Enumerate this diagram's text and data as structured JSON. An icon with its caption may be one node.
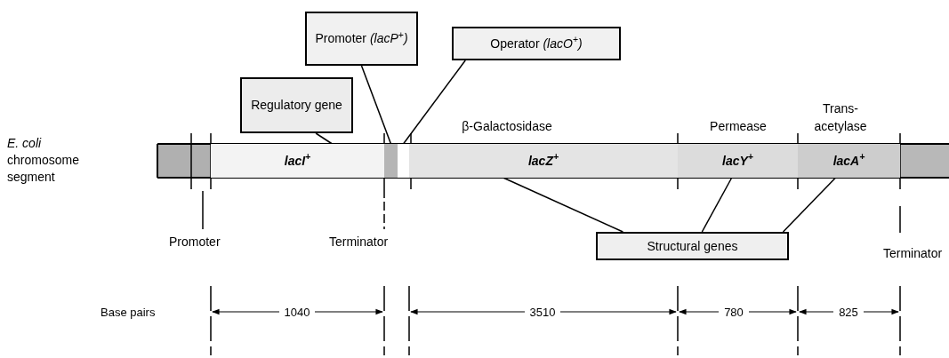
{
  "diagram": {
    "nodes": [
      {
        "text": [
          "Promoter *(lacP*$^{+}$*)*"
        ]
      },
      {
        "text": [
          "Operator *(lacO*$^{+}$*)*"
        ]
      },
      {
        "text": [
          "Regulatory gene"
        ]
      },
      {
        "text": [
          "lacI$^{+}$"
        ]
      },
      {
        "text": [],
        "shape": "bar"
      },
      {
        "text": [],
        "shape": "bar"
      },
      {
        "text": [
          "lacZ$^{+}$"
        ],
        "beside": [
          "β-Galactosidase"
        ]
      },
      {
        "text": [
          "lacY$^{+}$"
        ],
        "beside": [
          "Permease"
        ]
      },
      {
        "text": [
          "lacA$^{+}$"
        ],
        "beside": [
          "Trans- acetylase"
        ]
      },
      {
        "text": [
          "Structural genes"
        ]
      }
    ],
    "edges": [
      {
        "from": 0,
        "to": 4,
        "arrow": "none"
      },
      {
        "from": 1,
        "to": 5,
        "arrow": "none"
      },
      {
        "from": 2,
        "to": 3,
        "arrow": "none"
      },
      {
        "from": 9,
        "to": 6,
        "arrow": "none"
      },
      {
        "from": 9,
        "to": 7,
        "arrow": "none"
      },
      {
        "from": 9,
        "to": 8,
        "arrow": "none"
      }
    ],
    "labels": [
      "*E. coli* chromosome segment",
      "Promoter",
      "Terminator",
      "Terminator",
      "Base pairs",
      "1040",
      "3510",
      "780",
      "825"
    ]
  }
}
